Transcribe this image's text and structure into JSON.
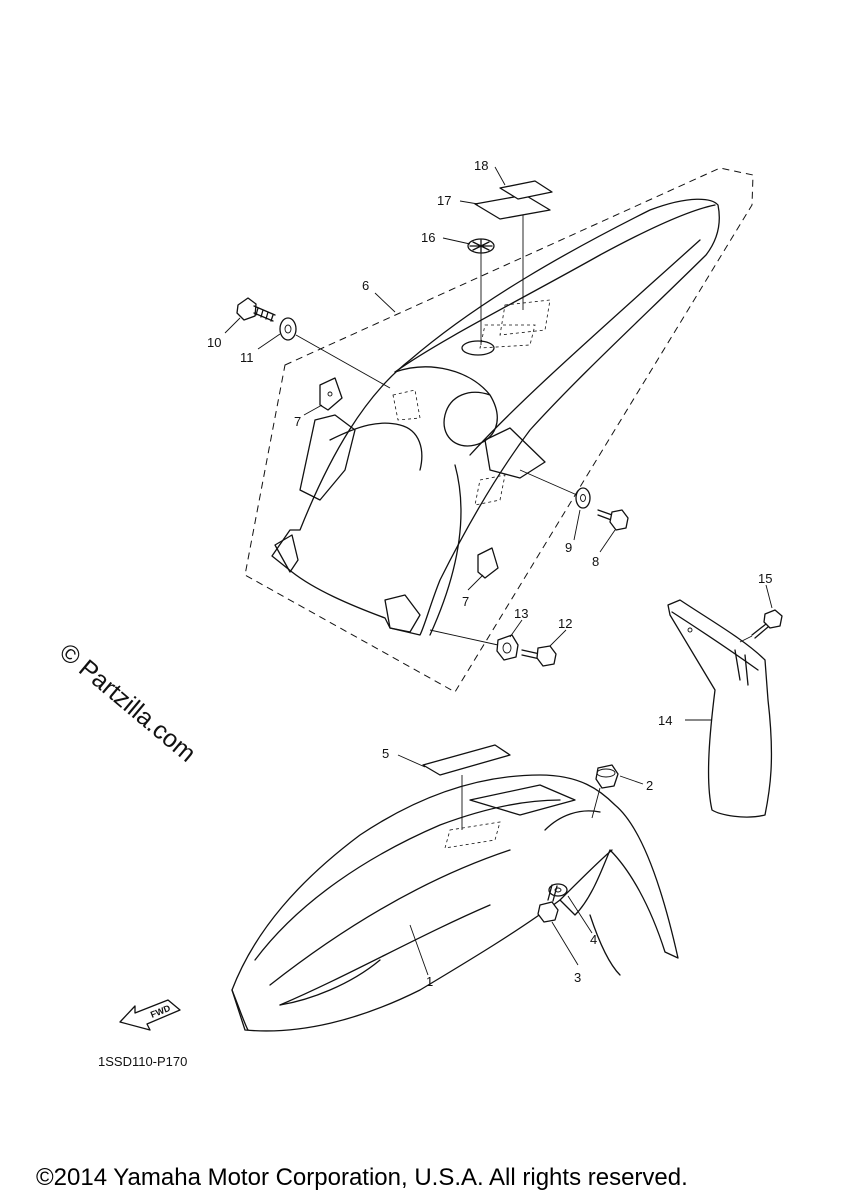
{
  "diagram": {
    "callouts": {
      "c1": "1",
      "c2": "2",
      "c3": "3",
      "c4": "4",
      "c5": "5",
      "c6": "6",
      "c7a": "7",
      "c7b": "7",
      "c8": "8",
      "c9": "9",
      "c10": "10",
      "c11": "11",
      "c12": "12",
      "c13": "13",
      "c14": "14",
      "c15": "15",
      "c16": "16",
      "c17": "17",
      "c18": "18"
    },
    "fwd_label": "FWD",
    "reference_code": "1SSD110-P170",
    "watermark": "© Partzilla.com",
    "copyright": "©2014 Yamaha Motor Corporation, U.S.A. All rights reserved."
  }
}
